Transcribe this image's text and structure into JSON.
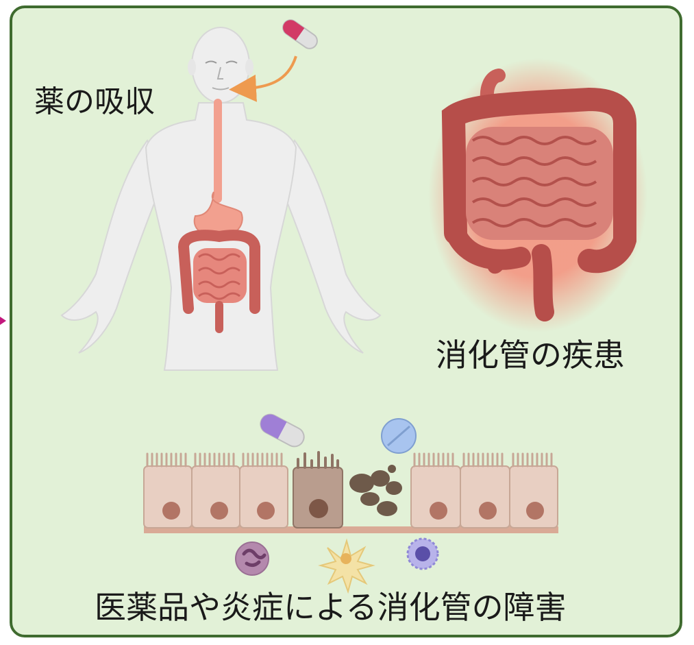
{
  "labels": {
    "absorption": "薬の吸収",
    "gi_disease": "消化管の疾患",
    "gi_damage": "医薬品や炎症による消化管の障害"
  },
  "colors": {
    "panel_bg": "#e2f1d7",
    "panel_border": "#3f6b2f",
    "body": "#eeeeee",
    "esophagus": "#f2a08f",
    "colon": "#c8605a",
    "inflamed_glow": "#ff5a4a",
    "epithelium": "#e8cfc2",
    "nucleus": "#b27565",
    "capsule_purple": "#9f7fd6",
    "capsule_pink": "#d23a66",
    "tablet": "#a8c4ef",
    "arrow": "#ee9a4f",
    "edge_marker": "#c2187d"
  },
  "icons": [
    "human-body-icon",
    "capsule-icon",
    "inflamed-intestine-icon",
    "capsule-icon",
    "tablet-icon",
    "epithelium-icon",
    "immune-cell-icon"
  ]
}
